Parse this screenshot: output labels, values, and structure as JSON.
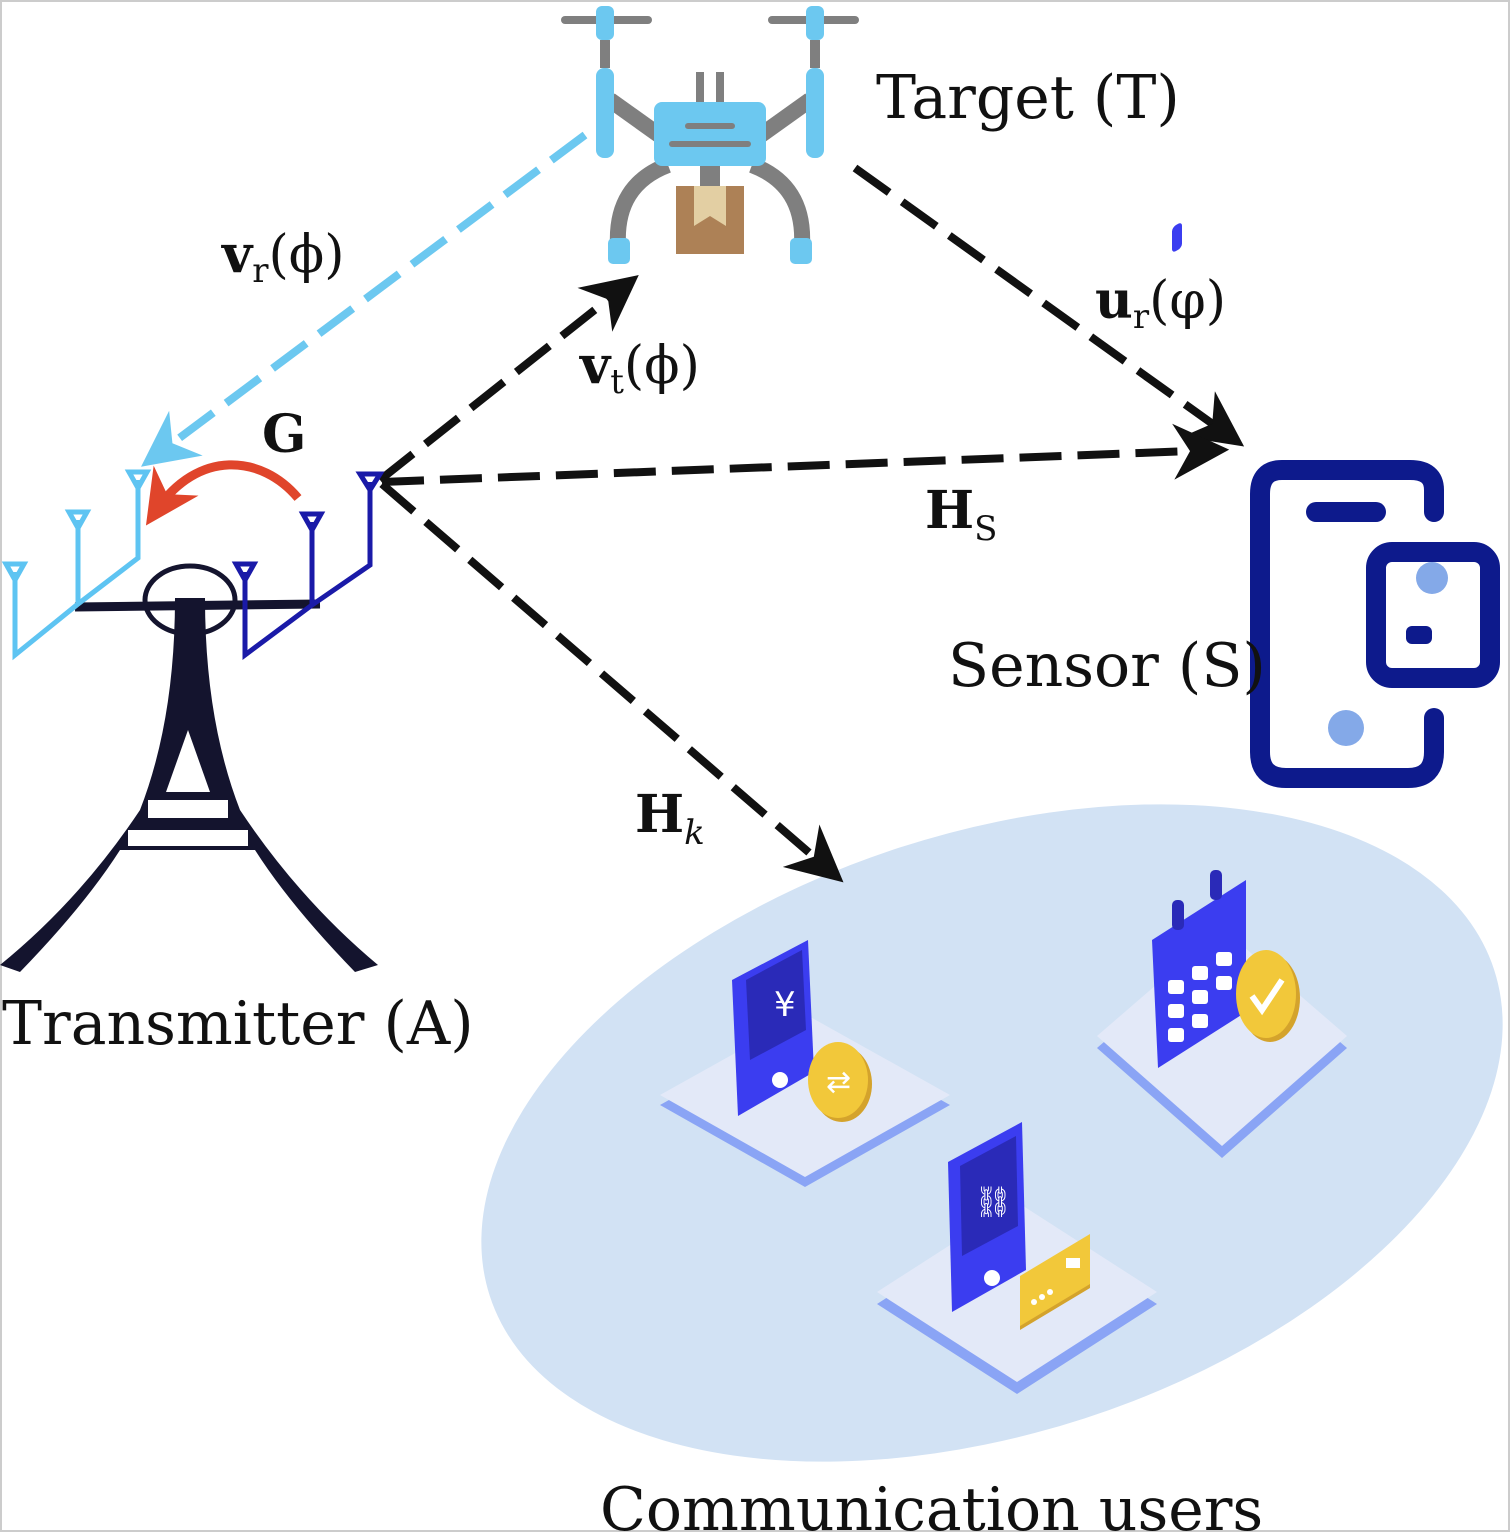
{
  "nodes": {
    "target": "Target (T)",
    "sensor": "Sensor (S)",
    "transmitter": "Transmitter (A)",
    "users": "Communication users"
  },
  "channels": {
    "vr": {
      "main": "v",
      "sub": "r",
      "arg": "(ϕ)"
    },
    "vt": {
      "main": "v",
      "sub": "t",
      "arg": "(ϕ)"
    },
    "ur": {
      "main": "u",
      "sub": "r",
      "arg": "(φ)"
    },
    "G": {
      "main": "G"
    },
    "Hs": {
      "main": "H",
      "sub": "S"
    },
    "Hk": {
      "main": "H",
      "sub": "k"
    }
  },
  "colors": {
    "black_link": "#111111",
    "receive_link": "#6cc8f0",
    "self_interference": "#e0452b",
    "tx_array": "#1a1aa8",
    "rx_array": "#5ec4f2",
    "tower": "#14142e",
    "sensor": "#0d1a8c",
    "users_region": "#d2e2f4",
    "device": "#3b3df0",
    "coin": "#f2c83a"
  },
  "icons": [
    "drone-icon",
    "package-icon",
    "tower-icon",
    "antenna-icon",
    "phone-icon",
    "sensor-icon",
    "calendar-icon",
    "coin-icon",
    "card-icon",
    "check-icon",
    "link-icon",
    "yen-icon"
  ]
}
